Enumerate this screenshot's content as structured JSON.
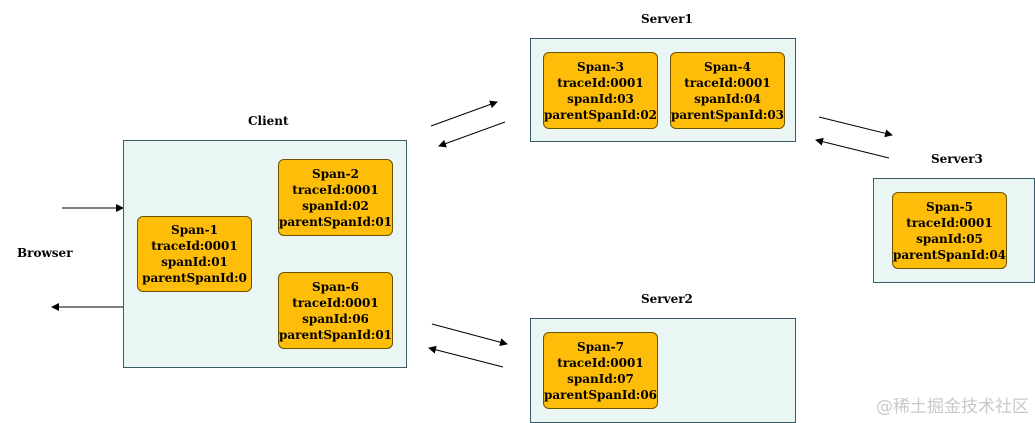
{
  "labels": {
    "browser": "Browser",
    "client": "Client",
    "server1": "Server1",
    "server2": "Server2",
    "server3": "Server3"
  },
  "spans": {
    "span1": {
      "name": "Span-1",
      "trace": "traceId:0001",
      "span": "spanId:01",
      "parent": "parentSpanId:0"
    },
    "span2": {
      "name": "Span-2",
      "trace": "traceId:0001",
      "span": "spanId:02",
      "parent": "parentSpanId:01"
    },
    "span3": {
      "name": "Span-3",
      "trace": "traceId:0001",
      "span": "spanId:03",
      "parent": "parentSpanId:02"
    },
    "span4": {
      "name": "Span-4",
      "trace": "traceId:0001",
      "span": "spanId:04",
      "parent": "parentSpanId:03"
    },
    "span5": {
      "name": "Span-5",
      "trace": "traceId:0001",
      "span": "spanId:05",
      "parent": "parentSpanId:04"
    },
    "span6": {
      "name": "Span-6",
      "trace": "traceId:0001",
      "span": "spanId:06",
      "parent": "parentSpanId:01"
    },
    "span7": {
      "name": "Span-7",
      "trace": "traceId:0001",
      "span": "spanId:07",
      "parent": "parentSpanId:06"
    }
  },
  "watermark": "@稀土掘金技术社区",
  "colors": {
    "container_fill": "#eaf6f3",
    "span_fill": "#fdbd08",
    "arrow": "#000000"
  }
}
